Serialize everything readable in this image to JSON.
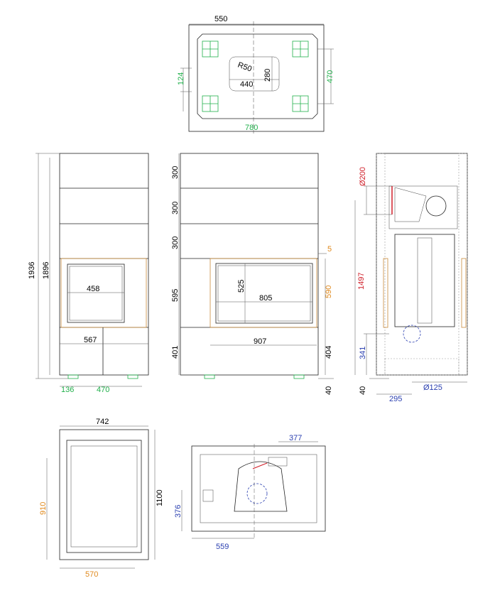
{
  "colors": {
    "black": "#111111",
    "green": "#21b04b",
    "orange": "#e08a1e",
    "blue": "#2a3fb0",
    "red": "#d0202a",
    "hatch": "#999999"
  },
  "top_view": {
    "width_550": "550",
    "radius": "R50",
    "height_280": "280",
    "width_440": "440",
    "depth_470": "470",
    "side_124": "124",
    "width_780": "780"
  },
  "front_view": {
    "total_height": "1936",
    "inner_height": "1896",
    "glass_width": "458",
    "opening_width": "567",
    "foot_offset": "136",
    "foot_span": "470"
  },
  "side_view": {
    "seg1": "300",
    "seg2": "300",
    "seg3": "300",
    "offset_5": "5",
    "glass_height": "525",
    "glass_width": "805",
    "door_height": "595",
    "opening_590": "590",
    "base_401": "401",
    "width_907": "907",
    "base_404": "404",
    "foot_40": "40"
  },
  "section_view": {
    "flue": "Ø200",
    "height_1497": "1497",
    "height_341": "341",
    "foot_40": "40",
    "width_295": "295",
    "air_inlet": "Ø125"
  },
  "plan_view": {
    "width_742": "742",
    "depth_1100": "1100",
    "height_910": "910",
    "width_570": "570"
  },
  "base_plan": {
    "offset_377": "377",
    "offset_376": "376",
    "offset_559": "559"
  }
}
